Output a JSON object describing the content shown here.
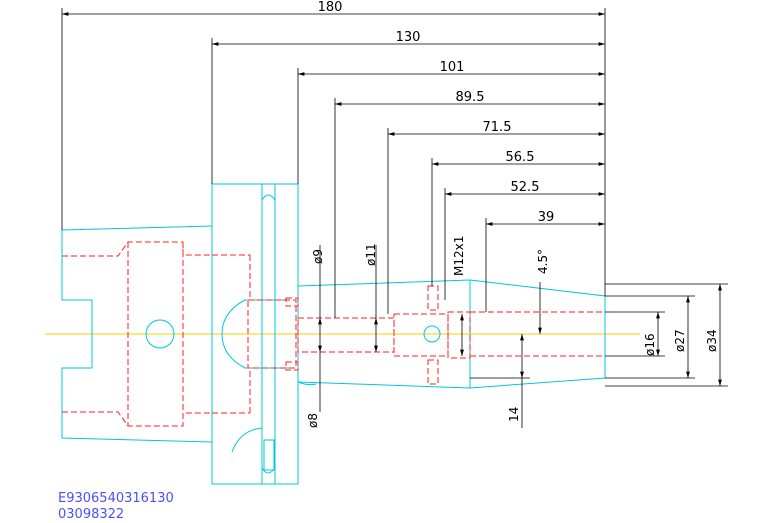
{
  "colors": {
    "outline": "#00c8d8",
    "hidden": "#ff2020",
    "centerline": "#f0d000",
    "dimension": "#000000",
    "code_text": "#4a50ff"
  },
  "dimensions": {
    "d180": "180",
    "d130": "130",
    "d101": "101",
    "d89_5": "89.5",
    "d71_5": "71.5",
    "d56_5": "56.5",
    "d52_5": "52.5",
    "d39": "39",
    "dia9": "ø9",
    "dia11": "ø11",
    "m12": "M12x1",
    "angle": "4.5°",
    "dia16": "ø16",
    "dia27": "ø27",
    "dia34": "ø34",
    "dia8": "ø8",
    "d14": "14"
  },
  "part_codes": {
    "line1": "E9306540316130",
    "line2": "03098322"
  }
}
